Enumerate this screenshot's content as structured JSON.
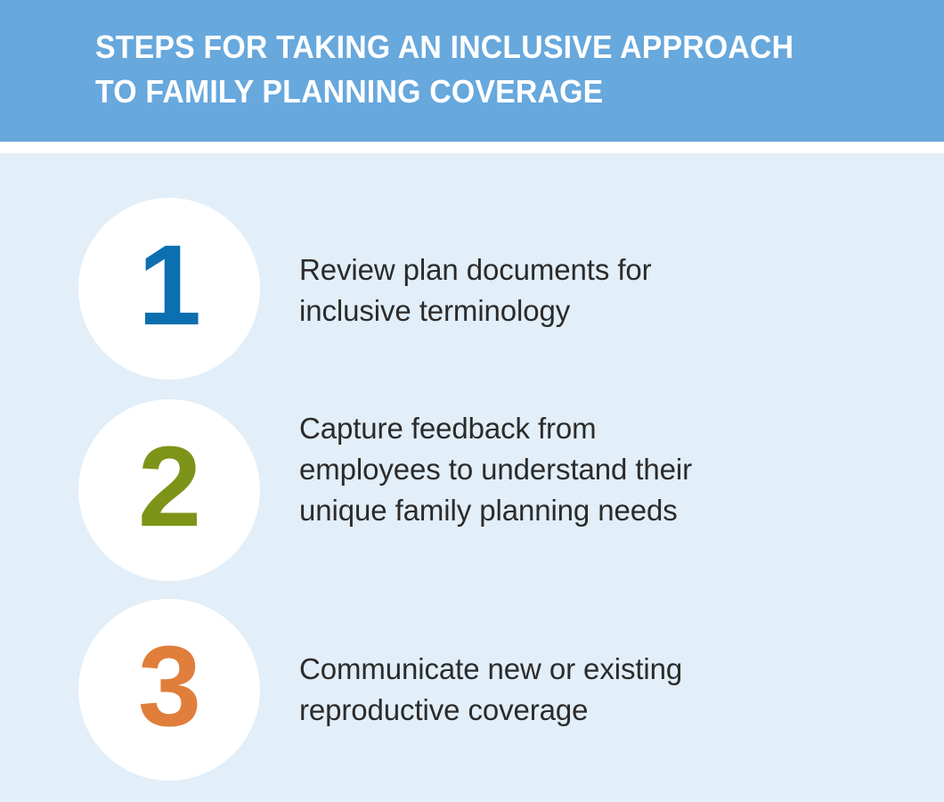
{
  "header": {
    "title": "STEPS FOR TAKING AN INCLUSIVE APPROACH\nTO FAMILY PLANNING COVERAGE",
    "background_color": "#67a8dd",
    "text_color": "#ffffff"
  },
  "body": {
    "background_color": "#e2eef8",
    "text_color": "#2b2b2b"
  },
  "steps": [
    {
      "number": "1",
      "number_color": "#0c6fb0",
      "badge_color": "#ffffff",
      "text": "Review plan documents for\ninclusive terminology"
    },
    {
      "number": "2",
      "number_color": "#7d9419",
      "badge_color": "#ffffff",
      "text": "Capture feedback from\nemployees to understand their\nunique family planning needs"
    },
    {
      "number": "3",
      "number_color": "#e07e3c",
      "badge_color": "#ffffff",
      "text": "Communicate new or existing\nreproductive coverage"
    }
  ]
}
